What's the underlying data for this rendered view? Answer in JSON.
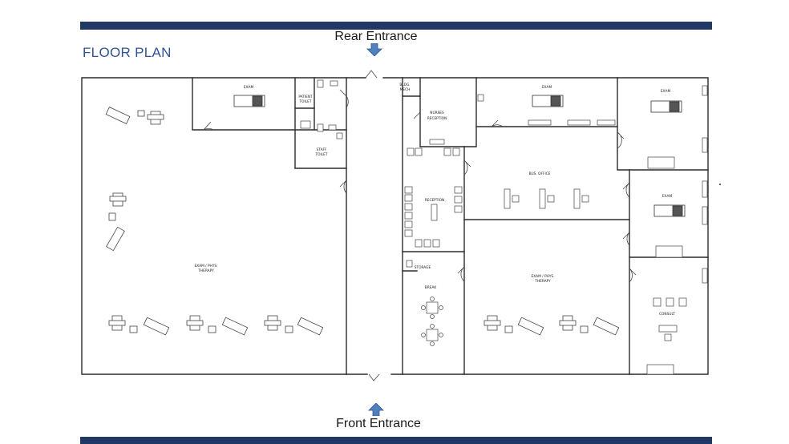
{
  "title": "FLOOR PLAN",
  "colors": {
    "banner": "#1f3864",
    "title": "#2e5395",
    "arrow": "#4f81bd",
    "wall": "#2b2b2b",
    "fixture": "#555555"
  },
  "entrances": {
    "rear": {
      "label": "Rear Entrance",
      "icon": "arrow-down-icon"
    },
    "front": {
      "label": "Front Entrance",
      "icon": "arrow-up-icon"
    }
  },
  "rooms": {
    "exam_north_west": "EXAM",
    "patient_toilet_line1": "PATIENT",
    "patient_toilet_line2": "TOILET",
    "staff_toilet_line1": "STAFF",
    "staff_toilet_line2": "TOILET",
    "bldg_mech_line1": "BLDG.",
    "bldg_mech_line2": "MECH",
    "nurses_line1": "NURSES",
    "nurses_line2": "RECEPTION",
    "exam_north_mid": "EXAM",
    "exam_north_east": "EXAM",
    "bus_office": "BUS. OFFICE",
    "reception": "RECEPTION",
    "exam_east": "EXAM",
    "storage": "STORAGE",
    "break": "BREAK",
    "therapy_west_line1": "EXAM / PHYS.",
    "therapy_west_line2": "THERAPY",
    "therapy_east_line1": "EXAM / PHYS.",
    "therapy_east_line2": "THERAPY",
    "consult": "CONSULT"
  }
}
